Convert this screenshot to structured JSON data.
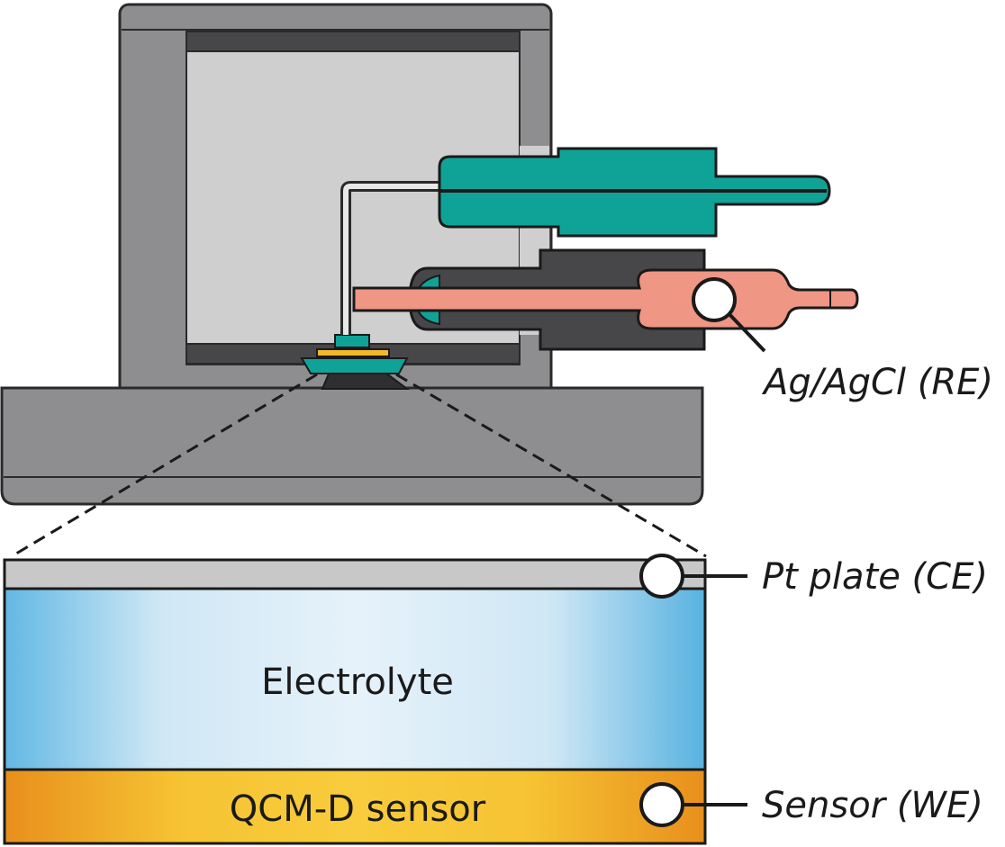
{
  "labels": {
    "reference_electrode": "Ag/AgCl (RE)",
    "counter_electrode": "Pt plate (CE)",
    "working_electrode": "Sensor (WE)",
    "electrolyte": "Electrolyte",
    "sensor_layer": "QCM-D sensor"
  },
  "colors": {
    "housing": "#8e8e90",
    "chamber": "#cfcfcf",
    "teal": "#0fa398",
    "salmon": "#ef9684",
    "pt_plate": "#c8c8c8",
    "gold": "#f3b72a",
    "electrolyte_blue": "#5db5e0"
  }
}
